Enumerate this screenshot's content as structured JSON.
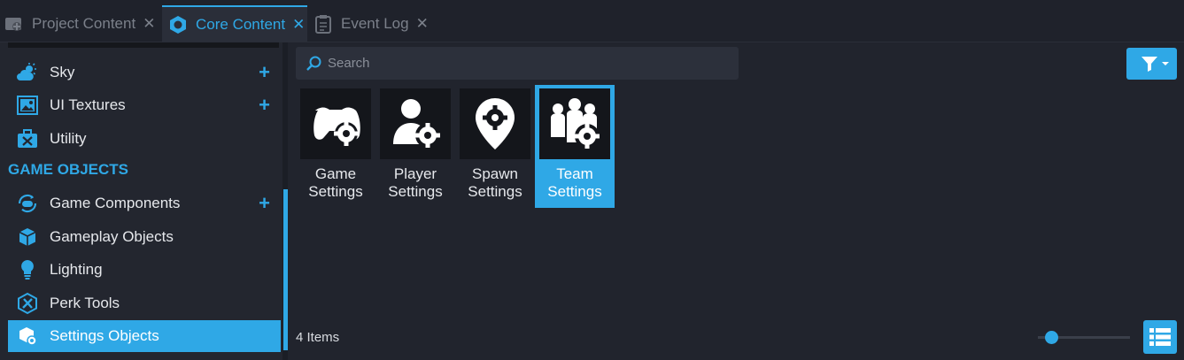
{
  "tabs": [
    {
      "label": "Project Content",
      "icon": "project-content-icon",
      "active": false
    },
    {
      "label": "Core Content",
      "icon": "core-content-icon",
      "active": true
    },
    {
      "label": "Event Log",
      "icon": "clipboard-icon",
      "active": false
    }
  ],
  "tab_close": "✕",
  "sidebar": {
    "items_top": [
      {
        "label": "Sky",
        "icon": "cloud-sun-icon",
        "has_add": true
      },
      {
        "label": "UI Textures",
        "icon": "image-icon",
        "has_add": true
      },
      {
        "label": "Utility",
        "icon": "toolbox-icon",
        "has_add": false
      }
    ],
    "section_header": "GAME OBJECTS",
    "items_section": [
      {
        "label": "Game Components",
        "icon": "gamepad-cycle-icon",
        "has_add": true
      },
      {
        "label": "Gameplay Objects",
        "icon": "cube-icon",
        "has_add": false
      },
      {
        "label": "Lighting",
        "icon": "lightbulb-icon",
        "has_add": false
      },
      {
        "label": "Perk Tools",
        "icon": "perk-hex-icon",
        "has_add": false
      },
      {
        "label": "Settings Objects",
        "icon": "settings-cube-icon",
        "has_add": false,
        "selected": true
      }
    ],
    "add_symbol": "+"
  },
  "search": {
    "placeholder": "Search",
    "value": ""
  },
  "tiles": [
    {
      "line1": "Game",
      "line2": "Settings",
      "icon": "gamepad-gear-icon",
      "selected": false
    },
    {
      "line1": "Player",
      "line2": "Settings",
      "icon": "person-gear-icon",
      "selected": false
    },
    {
      "line1": "Spawn",
      "line2": "Settings",
      "icon": "pin-gear-icon",
      "selected": false
    },
    {
      "line1": "Team",
      "line2": "Settings",
      "icon": "group-gear-icon",
      "selected": true
    }
  ],
  "footer": {
    "item_count": "4 Items",
    "zoom_level": 0.15
  },
  "colors": {
    "accent": "#2fa8e6",
    "background": "#1b1e26",
    "panel": "#23262f"
  }
}
